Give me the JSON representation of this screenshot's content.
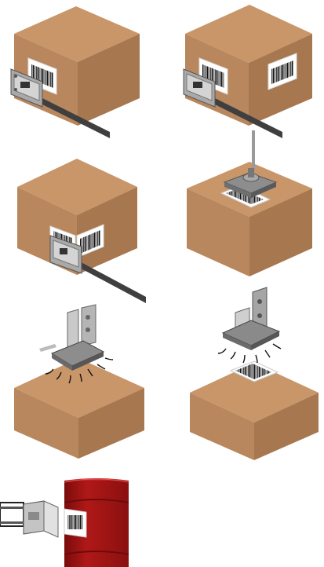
{
  "colors": {
    "box_top": "#c9966a",
    "box_left": "#b8875d",
    "box_right": "#a77850",
    "label_bg": "#ffffff",
    "barcode": "#111111",
    "metal_light": "#d4d4d4",
    "metal_mid": "#a9a9a9",
    "metal_dark": "#6f6f6f",
    "arm": "#3f3f3f",
    "drum_red": "#a01414",
    "drum_dark": "#6e0a0a"
  },
  "panels": [
    {
      "id": "panel-1",
      "description_icon": "side-applicator-extended-icon"
    },
    {
      "id": "panel-2",
      "description_icon": "side-applicator-retracted-icon"
    },
    {
      "id": "panel-3",
      "description_icon": "side-applicator-pressing-label-icon"
    },
    {
      "id": "panel-4",
      "description_icon": "top-tamp-applicator-icon"
    },
    {
      "id": "panel-5",
      "description_icon": "blow-on-applicator-down-icon"
    },
    {
      "id": "panel-6",
      "description_icon": "blow-on-applicator-up-icon"
    },
    {
      "id": "panel-7",
      "description_icon": "drum-wrap-applicator-icon"
    }
  ]
}
